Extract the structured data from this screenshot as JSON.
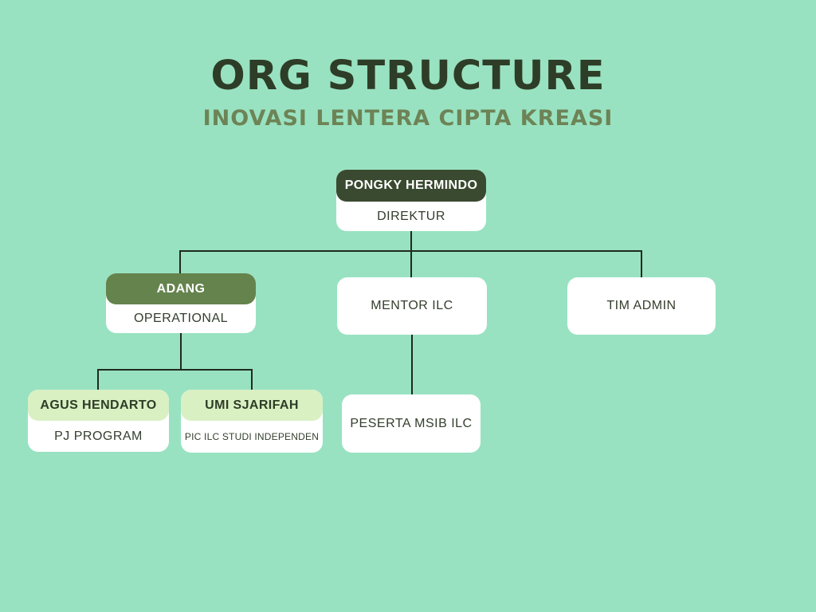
{
  "page": {
    "title": "ORG STRUCTURE",
    "subtitle": "INOVASI LENTERA CIPTA KREASI"
  },
  "colors": {
    "background": "#98e2c1",
    "title": "#2e3d27",
    "subtitle": "#6d8356",
    "dark_header": "#3a4a30",
    "olive_header": "#64834d",
    "light_header": "#d9f0c3",
    "box_bg": "#ffffff",
    "header_text_light": "#ffffff",
    "header_text_dark": "#2e3d27",
    "body_text": "#333f2d",
    "line": "#1f2b1d"
  },
  "nodes": {
    "direktur": {
      "name": "PONGKY HERMINDO",
      "role": "DIREKTUR"
    },
    "operational": {
      "name": "ADANG",
      "role": "OPERATIONAL"
    },
    "mentor": {
      "role": "MENTOR ILC"
    },
    "admin": {
      "role": "TIM ADMIN"
    },
    "pj_program": {
      "name": "AGUS HENDARTO",
      "role": "PJ PROGRAM"
    },
    "pic_ilc": {
      "name": "UMI SJARIFAH",
      "role": "PIC ILC STUDI INDEPENDEN"
    },
    "peserta": {
      "role": "PESERTA MSIB ILC"
    }
  }
}
